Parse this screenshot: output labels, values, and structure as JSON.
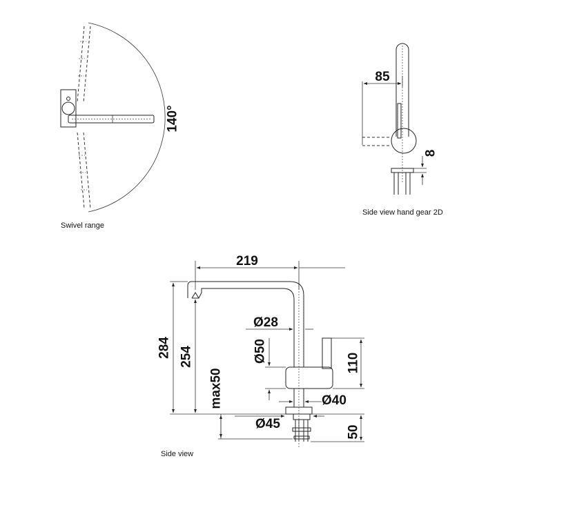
{
  "views": {
    "swivel_range": {
      "caption": "Swivel range",
      "angle_label": "140°"
    },
    "hand_gear": {
      "caption": "Side view hand gear 2D",
      "dim_85": "85",
      "dim_8": "8"
    },
    "side_view": {
      "caption": "Side view",
      "dim_219": "219",
      "dim_284": "284",
      "dim_254": "254",
      "dim_max50": "max50",
      "dim_d28": "Ø28",
      "dim_d50": "Ø50",
      "dim_110": "110",
      "dim_d40": "Ø40",
      "dim_d45": "Ø45",
      "dim_50": "50"
    }
  }
}
